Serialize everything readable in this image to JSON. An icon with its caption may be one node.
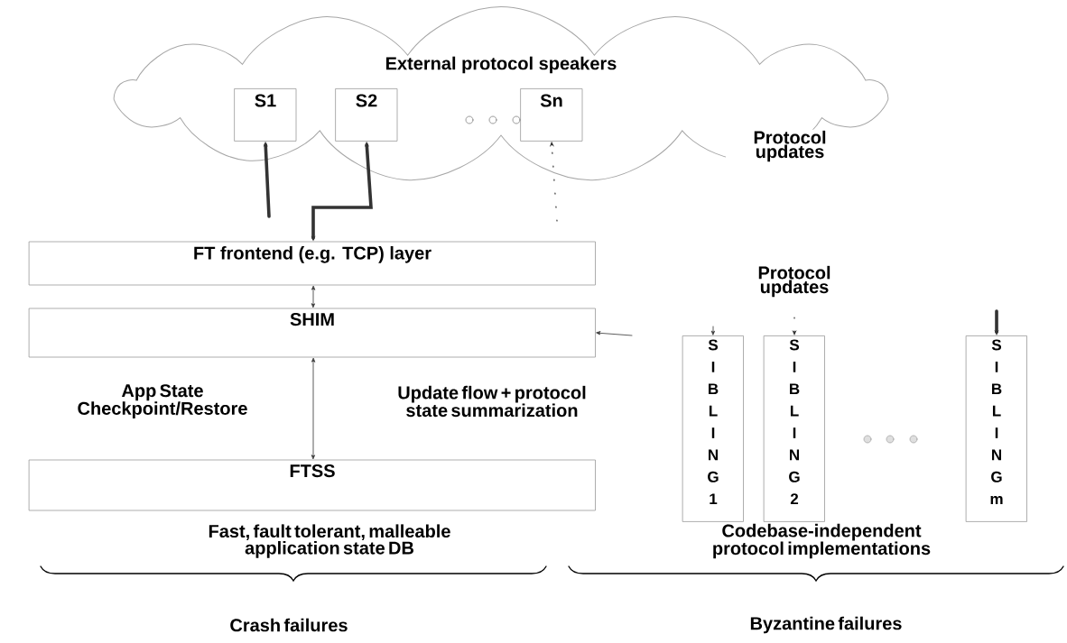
{
  "diagram": {
    "nodes": [
      {
        "text": [
          "External protocol speakers"
        ]
      },
      {
        "text": [
          "S1"
        ],
        "in": 0
      },
      {
        "text": [
          "S2"
        ],
        "in": 0
      },
      {
        "text": [
          "Sn"
        ],
        "in": 0
      },
      {
        "text": [
          "FT frontend (e.g. TCP) layer"
        ]
      },
      {
        "text": [
          "SHIM"
        ]
      },
      {
        "text": [
          "FTSS"
        ]
      },
      {
        "text": [
          "S I B L I N G 1"
        ]
      },
      {
        "text": [
          "S I B L I N G 2"
        ]
      },
      {
        "text": [
          "S I B L I N G m"
        ]
      }
    ],
    "edges": [
      {
        "from": null,
        "to": 1,
        "arrow": "to",
        "style": "thick"
      },
      {
        "from": 4,
        "to": 2,
        "arrow": "both",
        "style": "thick"
      },
      {
        "from": null,
        "to": 3,
        "arrow": "to",
        "style": "dashed"
      },
      {
        "from": 4,
        "to": 5,
        "arrow": "both"
      },
      {
        "from": 5,
        "to": 6,
        "arrow": "both"
      },
      {
        "from": null,
        "to": 5,
        "arrow": "to"
      },
      {
        "from": null,
        "to": 7,
        "arrow": "to"
      },
      {
        "from": null,
        "to": 8,
        "arrow": "to",
        "style": "dashed"
      },
      {
        "from": null,
        "to": 9,
        "arrow": "to",
        "style": "thick"
      }
    ],
    "labels": [
      "Protocol updates",
      "Protocol updates",
      "App State Checkpoint/Restore",
      "Update flow + protocol state summarization",
      "Fast, fault tolerant, malleable application state DB",
      "Codebase-independent protocol implementations",
      "Crash failures",
      "Byzantine failures"
    ]
  }
}
